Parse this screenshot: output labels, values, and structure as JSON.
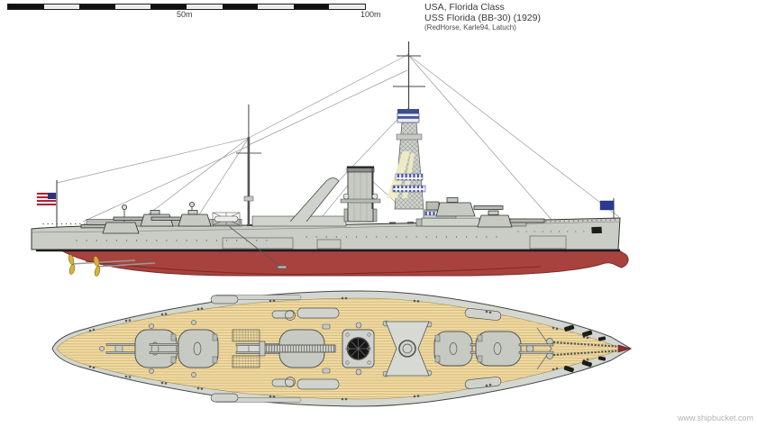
{
  "header": {
    "country_class": "USA, Florida Class",
    "ship": "USS Florida (BB-30) (1929)",
    "credits": "(RedHorse, Karle94, Latuch)"
  },
  "scale_bar": {
    "segments": 10,
    "mid_label": "50m",
    "end_label": "100m"
  },
  "footer": {
    "watermark": "www.shipbucket.com"
  },
  "colors": {
    "background": "#ffffff",
    "hull_gray": "#c9cdc6",
    "hull_gray_dark": "#b7bcb4",
    "superstructure_gray": "#cfd3cc",
    "turret_gray": "#c6cac3",
    "outline": "#333333",
    "underwater_red": "#a8423f",
    "underwater_red_dark": "#7c2b28",
    "boot_top": "#151515",
    "deck_tan": "#eed9a1",
    "plank_line": "#c9a868",
    "plan_hull_gray": "#d3d7d0",
    "mast_blue": "#44549b",
    "mast_blue_dark": "#3e4d8f",
    "window_white": "#f2f2f4",
    "canvas_yellow": "#f1ecc3",
    "propeller_gold": "#d8b33c",
    "flag_red": "#b22234",
    "flag_blue": "#2d3375",
    "jack_blue": "#2b3990",
    "anchor_black": "#1c1c1c",
    "rigging_gray": "#999999",
    "text_color": "#3a3a3a",
    "watermark_gray": "#b5b5b5",
    "scale_dark": "#111111",
    "scale_light": "#ececec"
  }
}
